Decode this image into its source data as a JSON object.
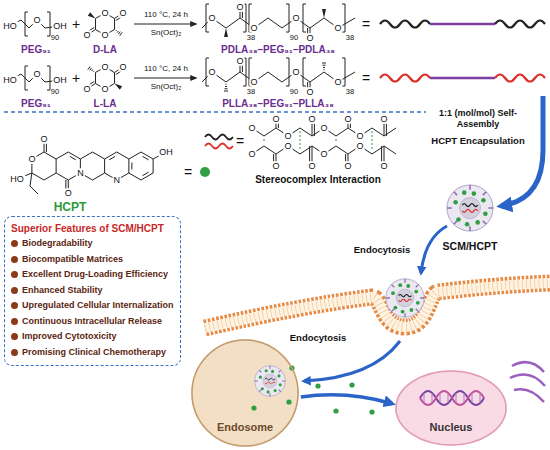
{
  "diagram": {
    "nodes": [
      {
        "text": [
          "SCM/HCPT"
        ]
      },
      {
        "text": [
          "Superior Features of SCM/HCPT",
          "Biodegradability",
          "Biocompatible Matrices",
          "Excellent Drug-Loading Efficiency",
          "Enhanced Stability",
          "Upregulated Cellular Internalization",
          "Continuous Intracellular Release",
          "Improved Cytotoxicity",
          "Promising Clinical Chemotherapy"
        ]
      },
      {
        "text": [
          "Endosome"
        ]
      },
      {
        "text": [
          "Nucleus"
        ]
      }
    ],
    "edges": [
      {
        "from": 2,
        "to": 3,
        "arrow": "to"
      }
    ],
    "labels": [
      "HO",
      "O",
      "90",
      "OH",
      "PEG₉₁",
      "+",
      "O",
      "O",
      "O",
      "O",
      "D-LA",
      "110 °C, 24 h",
      "Sn(Oct)₂",
      "O",
      "O",
      "38",
      "O",
      "90",
      "O",
      "O",
      "O",
      "38",
      "PDLA₃₈–PEG₉₁–PDLA₃₈",
      "=",
      "HO",
      "O",
      "90",
      "OH",
      "PEG₉₁",
      "+",
      "O",
      "O",
      "O",
      "O",
      "L-LA",
      "110 °C, 24 h",
      "Sn(Oct)₂",
      "O",
      "O",
      "38",
      "O",
      "90",
      "O",
      "O",
      "O",
      "38",
      "PLLA₃₈–PEG₉₁–PLLA₃₈",
      "=",
      "1:1 (mol/mol) Self-Assembly",
      "HCPT Encapsulation",
      "O",
      "O",
      "HO",
      "O",
      "N",
      "N",
      "OH",
      "HCPT",
      "=",
      "=",
      "O",
      "O",
      "O",
      "O",
      "O",
      "O",
      "O",
      "O",
      "O",
      "O",
      "O",
      "O",
      "O",
      "O",
      "O",
      "O",
      "Stereocomplex Interaction",
      "Endocytosis",
      "Endocytosis"
    ]
  }
}
